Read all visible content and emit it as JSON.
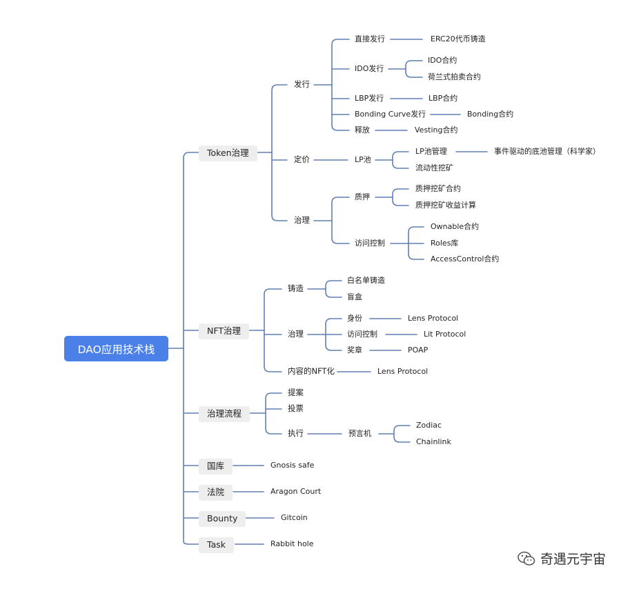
{
  "root": "DAO应用技术栈",
  "watermark": "奇遇元宇宙",
  "icons": {
    "watermark_icon": "wechat-icon"
  },
  "colors": {
    "root": "#4a80e8",
    "connector": "#5f7fb3",
    "category_bg": "#eeeeee"
  },
  "branches": {
    "token": {
      "label": "Token治理",
      "issue": {
        "label": "发行",
        "direct": {
          "label": "直接发行",
          "child": "ERC20代币铸造"
        },
        "ido": {
          "label": "IDO发行",
          "children": [
            "IDO合约",
            "荷兰式拍卖合约"
          ]
        },
        "lbp": {
          "label": "LBP发行",
          "child": "LBP合约"
        },
        "bonding": {
          "label": "Bonding Curve发行",
          "child": "Bonding合约"
        },
        "release": {
          "label": "释放",
          "child": "Vesting合约"
        }
      },
      "pricing": {
        "label": "定价",
        "lp": {
          "label": "LP池",
          "mgmt": {
            "label": "LP池管理",
            "child": "事件驱动的底池管理（科学家）"
          },
          "mining": "流动性挖矿"
        }
      },
      "gov": {
        "label": "治理",
        "stake": {
          "label": "质押",
          "children": [
            "质押挖矿合约",
            "质押挖矿收益计算"
          ]
        },
        "access": {
          "label": "访问控制",
          "children": [
            "Ownable合约",
            "Roles库",
            "AccessControl合约"
          ]
        }
      }
    },
    "nft": {
      "label": "NFT治理",
      "mint": {
        "label": "铸造",
        "children": [
          "白名单铸造",
          "盲盒"
        ]
      },
      "gov": {
        "label": "治理",
        "identity": {
          "label": "身份",
          "child": "Lens Protocol"
        },
        "access": {
          "label": "访问控制",
          "child": "Lit Protocol"
        },
        "badge": {
          "label": "奖章",
          "child": "POAP"
        }
      },
      "content": {
        "label": "内容的NFT化",
        "child": "Lens Protocol"
      }
    },
    "process": {
      "label": "治理流程",
      "proposal": "提案",
      "vote": "投票",
      "execute": {
        "label": "执行",
        "oracle": {
          "label": "预言机",
          "children": [
            "Zodiac",
            "Chainlink"
          ]
        }
      }
    },
    "treasury": {
      "label": "国库",
      "child": "Gnosis safe"
    },
    "court": {
      "label": "法院",
      "child": "Aragon Court"
    },
    "bounty": {
      "label": "Bounty",
      "child": "Gitcoin"
    },
    "task": {
      "label": "Task",
      "child": "Rabbit hole"
    }
  }
}
